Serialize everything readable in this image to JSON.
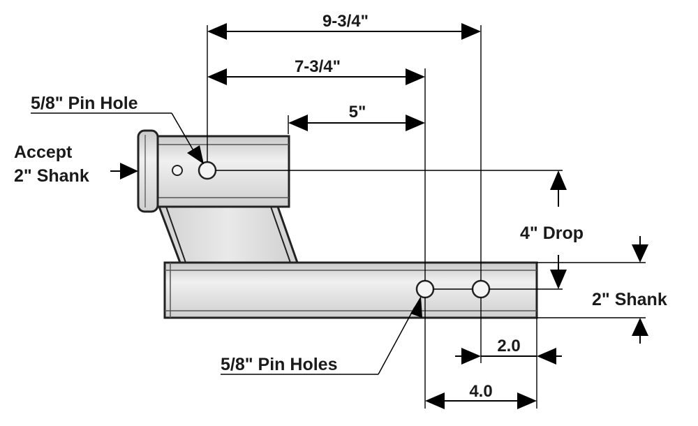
{
  "labels": {
    "dim_overall": "9-3/4\"",
    "dim_mid": "7-3/4\"",
    "dim_short": "5\"",
    "pin_hole": "5/8\" Pin Hole",
    "accept_line1": "Accept",
    "accept_line2": "2\" Shank",
    "drop": "4\" Drop",
    "shank": "2\" Shank",
    "pin_holes": "5/8\" Pin Holes",
    "spacing_small": "2.0",
    "spacing_large": "4.0"
  },
  "colors": {
    "metal_light": "#ececec",
    "metal_mid": "#d8d8d8",
    "metal_dark": "#b5b5b5",
    "line": "#000000"
  }
}
